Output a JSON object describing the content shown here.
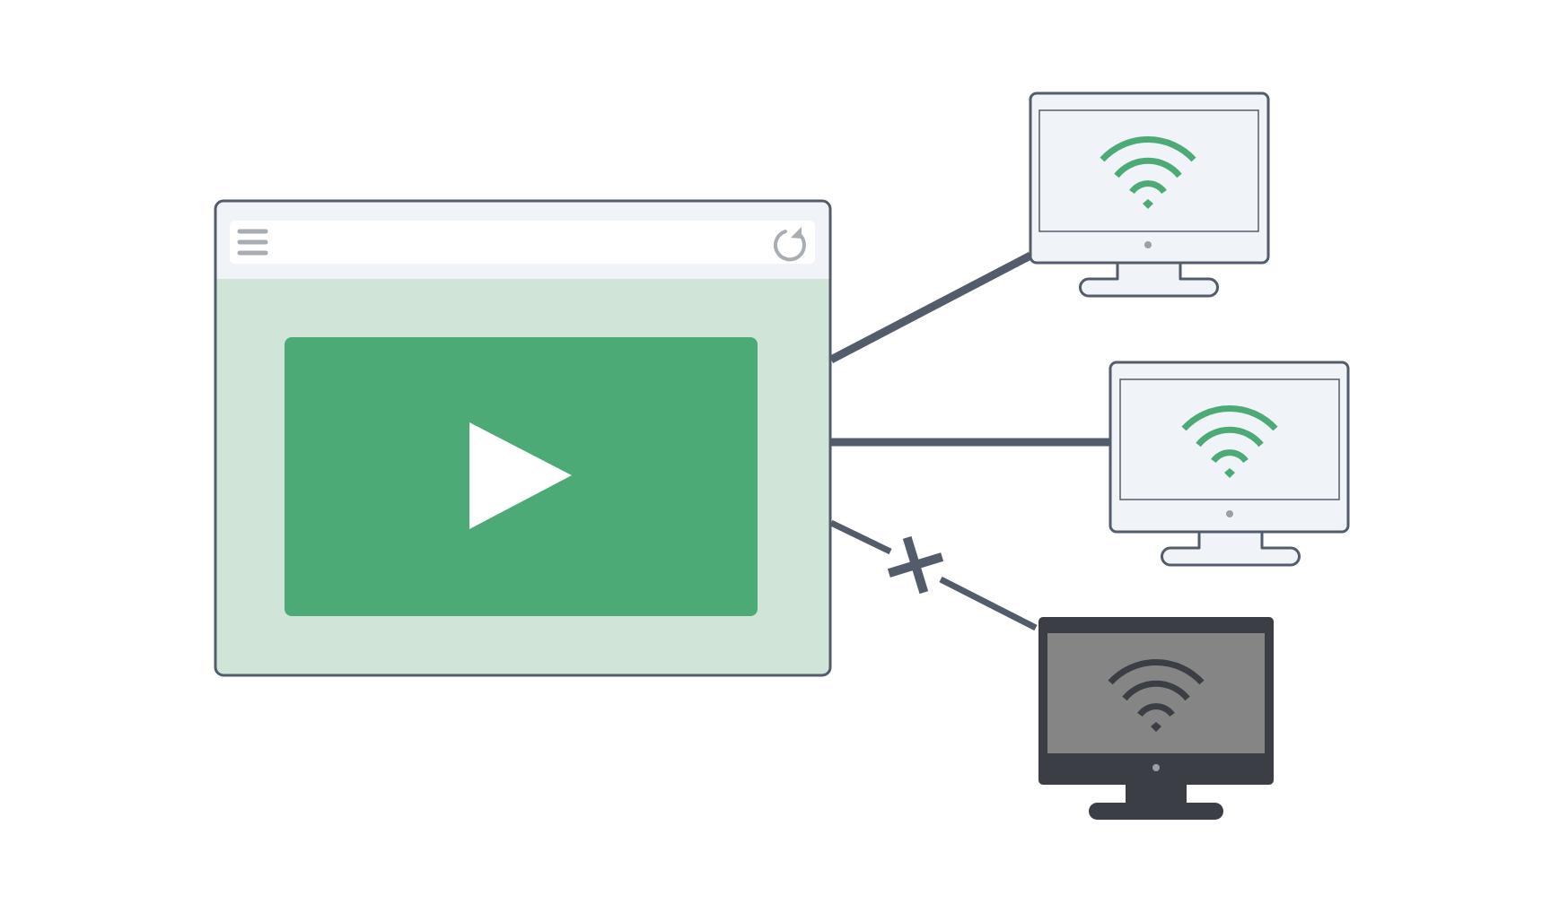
{
  "colors": {
    "background": "#ffffff",
    "outline": "#525c6b",
    "connector": "#525c6b",
    "browser_toolbar": "#f0f4f8",
    "browser_content": "#d0e4d7",
    "video_player": "#4caa76",
    "play_icon": "#ffffff",
    "menu_icon": "#a8adb4",
    "reload_icon": "#a8adb4",
    "monitor_fill": "#f0f4f8",
    "wifi_connected": "#4caa76",
    "monitor_offline_body": "#3b3f45",
    "monitor_offline_screen": "#858585",
    "wifi_offline": "#3b3f45",
    "monitor_led": "#9aa0a6"
  },
  "browser": {
    "toolbar_icons": [
      "menu-icon",
      "reload-icon"
    ],
    "content": "video-player",
    "content_icon": "play-icon"
  },
  "devices": [
    {
      "id": "monitor-1",
      "status": "connected",
      "icon": "wifi-icon"
    },
    {
      "id": "monitor-2",
      "status": "connected",
      "icon": "wifi-icon"
    },
    {
      "id": "monitor-3",
      "status": "disconnected",
      "icon": "wifi-icon"
    }
  ],
  "connections": [
    {
      "from": "browser",
      "to": "monitor-1",
      "status": "connected"
    },
    {
      "from": "browser",
      "to": "monitor-2",
      "status": "connected"
    },
    {
      "from": "browser",
      "to": "monitor-3",
      "status": "broken",
      "marker": "x-icon"
    }
  ]
}
